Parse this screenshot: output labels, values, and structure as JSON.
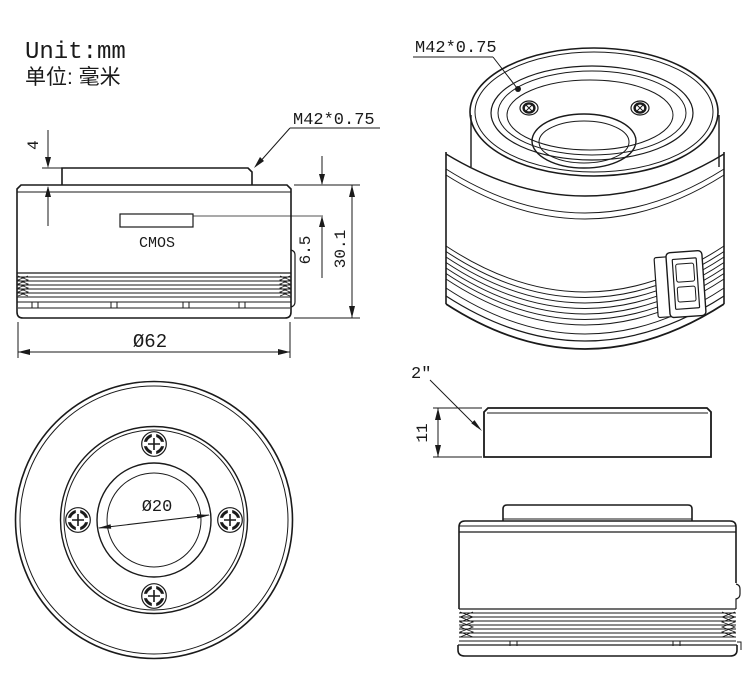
{
  "page": {
    "background_color": "#ffffff",
    "line_color": "#1a1a1a",
    "description": "Technical dimension drawing of a CMOS astronomy camera (four views)"
  },
  "units": {
    "line1": "Unit:mm",
    "line2": "单位: 毫米"
  },
  "side_view": {
    "thread_label": "M42*0.75",
    "cmos": "CMOS",
    "dim_flange": "4",
    "dim_sensor_depth": "6.5",
    "dim_height": "30.1",
    "dim_diameter": "Ø62"
  },
  "perspective_view": {
    "thread_label": "M42*0.75"
  },
  "front_view": {
    "dim_hole": "Ø20"
  },
  "adapter": {
    "size_label": "2″",
    "dim_height": "11"
  }
}
